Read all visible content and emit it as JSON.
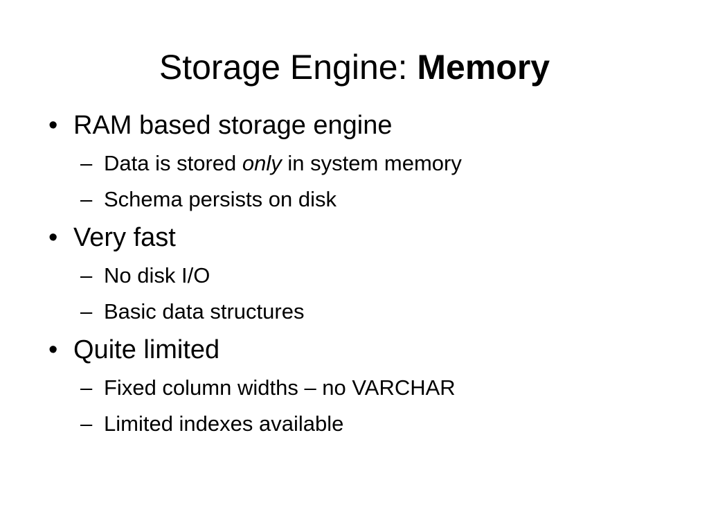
{
  "slide": {
    "title_prefix": "Storage Engine: ",
    "title_bold": "Memory",
    "bullet_glyph": "•",
    "dash_glyph": "–",
    "bullets": [
      {
        "text": "RAM based storage engine",
        "subs": [
          {
            "before": "Data is stored ",
            "emph": "only",
            "after": " in system memory"
          },
          {
            "text": "Schema persists on disk"
          }
        ]
      },
      {
        "text": "Very fast",
        "subs": [
          {
            "text": "No disk I/O"
          },
          {
            "text": "Basic data structures"
          }
        ]
      },
      {
        "text": "Quite limited",
        "subs": [
          {
            "text": "Fixed column widths – no VARCHAR"
          },
          {
            "text": "Limited indexes available"
          }
        ]
      }
    ]
  }
}
